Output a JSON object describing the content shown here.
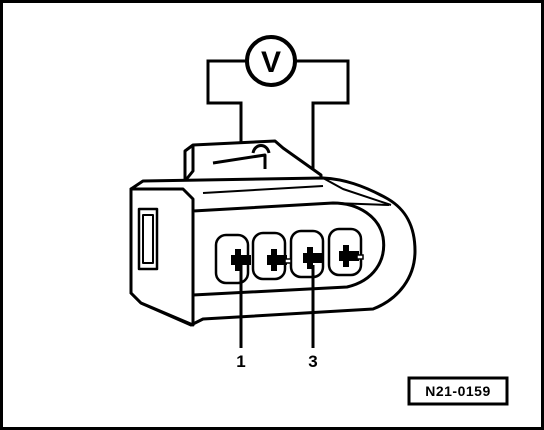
{
  "diagram": {
    "meter": {
      "symbol": "V"
    },
    "pins": [
      {
        "label": "1"
      },
      {
        "label": "3"
      }
    ],
    "reference_code": "N21-0159"
  }
}
